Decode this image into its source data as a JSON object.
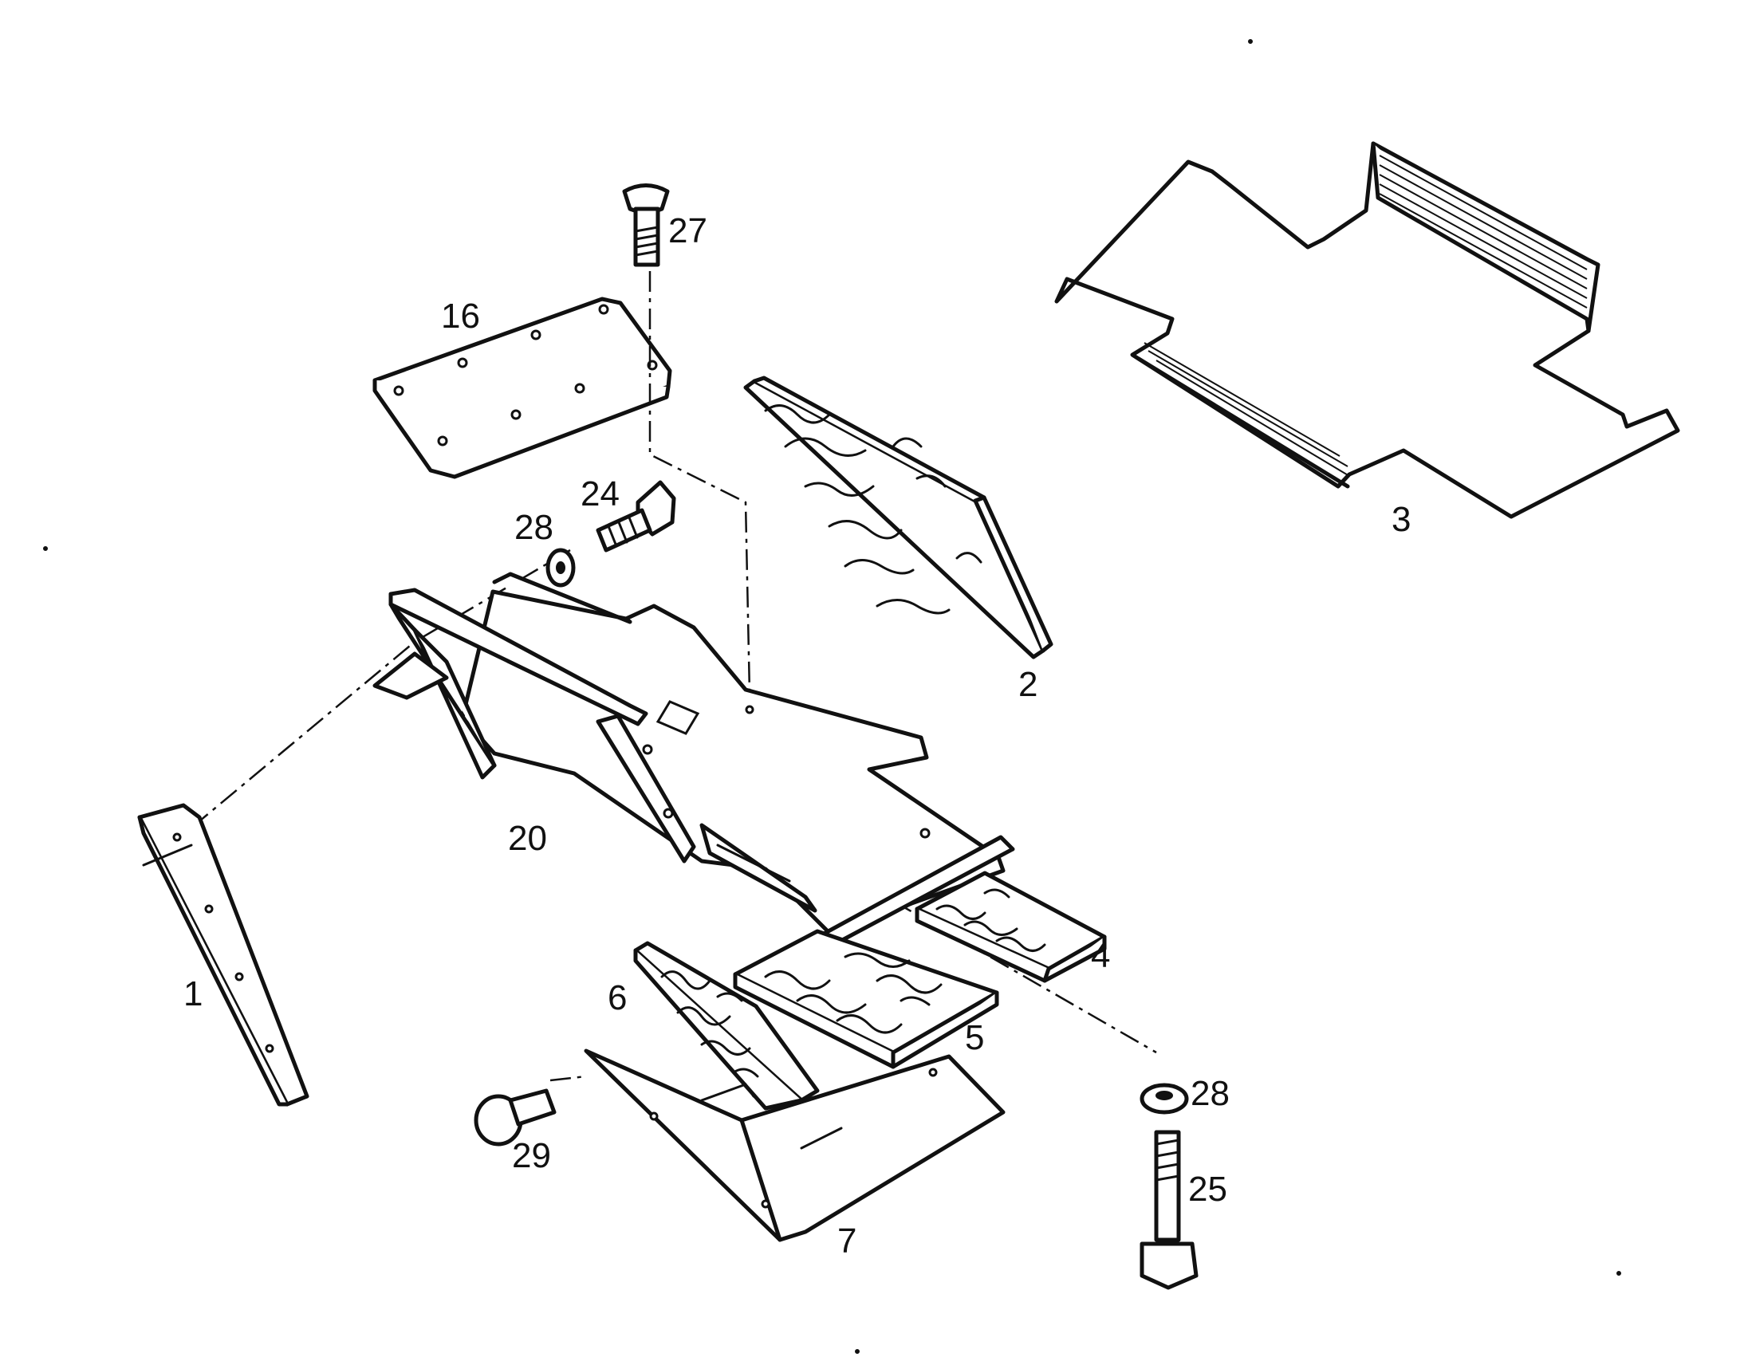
{
  "labels": {
    "p1": "1",
    "p2": "2",
    "p3": "3",
    "p4": "4",
    "p5": "5",
    "p6": "6",
    "p7": "7",
    "p16": "16",
    "p20": "20",
    "p24": "24",
    "p25": "25",
    "p27": "27",
    "p28a": "28",
    "p28b": "28",
    "p29": "29"
  }
}
